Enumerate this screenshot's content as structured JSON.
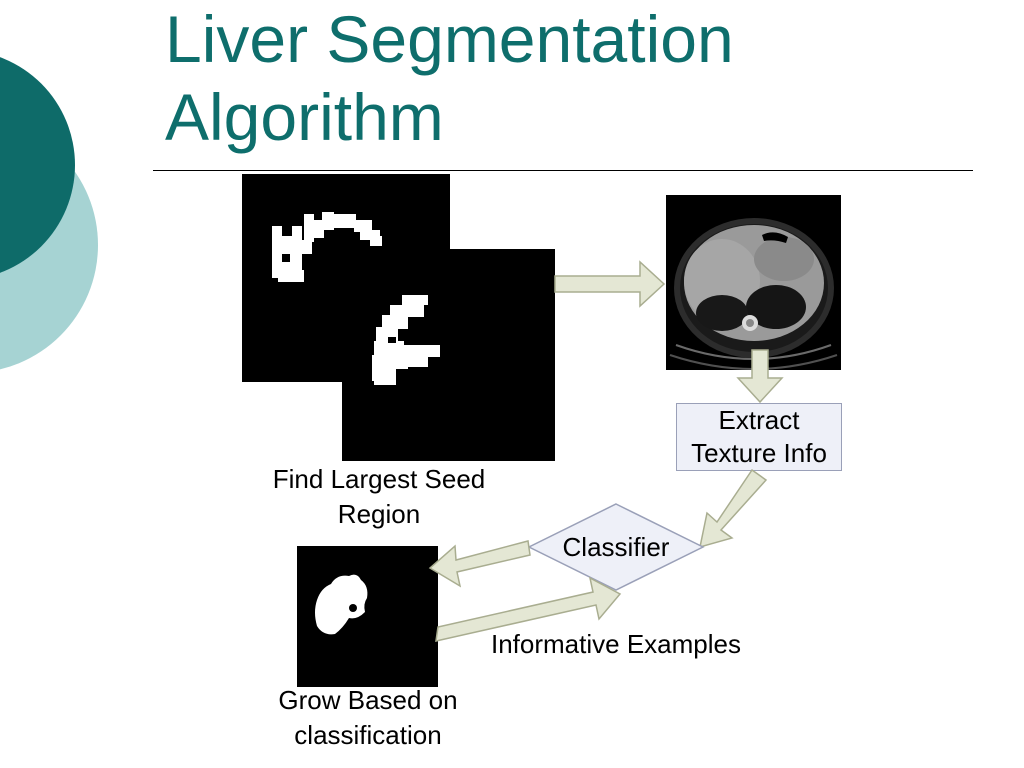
{
  "slide": {
    "title_line1": "Liver Segmentation",
    "title_line2": "Algorithm",
    "title_color": "#0e6e6c",
    "accent_dark": "#0e6b69",
    "accent_light": "#a6d3d3"
  },
  "labels": {
    "seed_line1": "Find Largest Seed",
    "seed_line2": "Region",
    "texture_line1": "Extract",
    "texture_line2": "Texture Info",
    "classifier": "Classifier",
    "informative": "Informative Examples",
    "grow_line1": "Grow Based on",
    "grow_line2": "classification"
  },
  "images": {
    "seed_mask_1": "binary-seed-mask",
    "seed_mask_2": "binary-seed-mask",
    "ct_scan": "abdominal-ct-slice",
    "grown_mask": "liver-segmentation-mask"
  },
  "colors": {
    "arrow_fill": "#e4e7d4",
    "arrow_stroke": "#a9ad90",
    "diamond_fill": "#eef0f8",
    "diamond_stroke": "#9aa0b8"
  }
}
